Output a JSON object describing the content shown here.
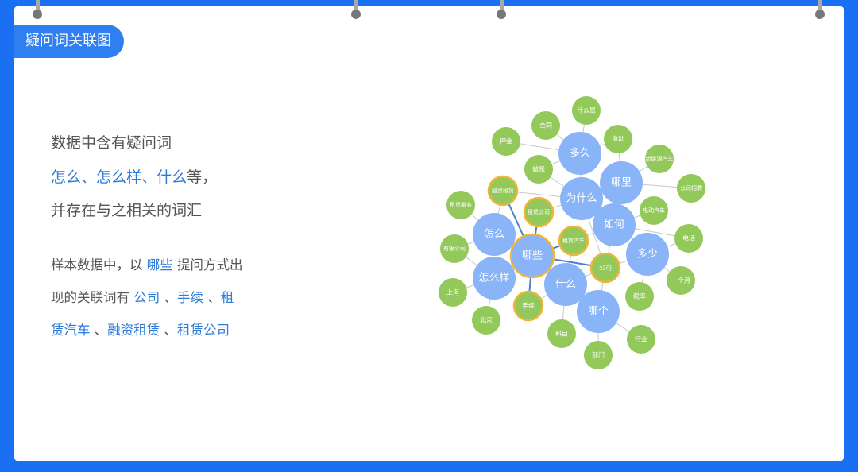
{
  "header": {
    "title": "疑问词关联图"
  },
  "intro": {
    "line1": "数据中含有疑问词",
    "line2_terms": [
      "怎么",
      "、",
      "怎么样",
      "、",
      "什么"
    ],
    "line2_suffix": "等，",
    "line3": "并存在与之相关的词汇"
  },
  "detail": {
    "l1a": "样本数据中，以 ",
    "l1b": "哪些",
    "l1c": " 提问方式出",
    "l2a": "现的关联词有 ",
    "l2b": "公司",
    "l2c": " 、",
    "l2d": "手续",
    "l2e": " 、",
    "l2f": "租",
    "l3a": "赁汽车",
    "l3b": " 、",
    "l3c": "融资租赁",
    "l3d": " 、",
    "l3e": "租赁公司"
  },
  "colors": {
    "frame": "#1b6ff2",
    "question_node": "#8ab4f8",
    "related_node": "#92c95a",
    "highlight_ring": "#f2b43a",
    "link": "#c8c8c8",
    "strong_link": "#4f7fd0"
  },
  "graph": {
    "nodes": [
      {
        "id": "多久",
        "type": "q"
      },
      {
        "id": "哪里",
        "type": "q"
      },
      {
        "id": "为什么",
        "type": "q"
      },
      {
        "id": "如何",
        "type": "q"
      },
      {
        "id": "怎么",
        "type": "q"
      },
      {
        "id": "哪些",
        "type": "q",
        "highlight": true
      },
      {
        "id": "多少",
        "type": "q"
      },
      {
        "id": "怎么样",
        "type": "q"
      },
      {
        "id": "什么",
        "type": "q"
      },
      {
        "id": "哪个",
        "type": "q"
      },
      {
        "id": "什么是",
        "type": "w"
      },
      {
        "id": "合同",
        "type": "w"
      },
      {
        "id": "押金",
        "type": "w"
      },
      {
        "id": "电动",
        "type": "w"
      },
      {
        "id": "新能源汽车",
        "type": "w"
      },
      {
        "id": "做账",
        "type": "w"
      },
      {
        "id": "公司招聘",
        "type": "w"
      },
      {
        "id": "融资租赁",
        "type": "w",
        "highlight": true
      },
      {
        "id": "租赁公司",
        "type": "w",
        "highlight": true
      },
      {
        "id": "租赁服务",
        "type": "w"
      },
      {
        "id": "电动汽车",
        "type": "w"
      },
      {
        "id": "电话",
        "type": "w"
      },
      {
        "id": "有限公司",
        "type": "w"
      },
      {
        "id": "租赁汽车",
        "type": "w",
        "highlight": true
      },
      {
        "id": "公司",
        "type": "w",
        "highlight": true
      },
      {
        "id": "一个月",
        "type": "w"
      },
      {
        "id": "上海",
        "type": "w"
      },
      {
        "id": "手续",
        "type": "w",
        "highlight": true
      },
      {
        "id": "税率",
        "type": "w"
      },
      {
        "id": "北京",
        "type": "w"
      },
      {
        "id": "科目",
        "type": "w"
      },
      {
        "id": "行业",
        "type": "w"
      },
      {
        "id": "部门",
        "type": "w"
      }
    ],
    "links": [
      [
        "多久",
        "什么是"
      ],
      [
        "多久",
        "合同"
      ],
      [
        "多久",
        "押金"
      ],
      [
        "多久",
        "电动"
      ],
      [
        "多久",
        "做账"
      ],
      [
        "多久",
        "为什么"
      ],
      [
        "哪里",
        "新能源汽车"
      ],
      [
        "哪里",
        "公司招聘"
      ],
      [
        "哪里",
        "电动"
      ],
      [
        "为什么",
        "融资租赁"
      ],
      [
        "为什么",
        "做账"
      ],
      [
        "为什么",
        "租赁公司"
      ],
      [
        "如何",
        "电动汽车"
      ],
      [
        "如何",
        "电话"
      ],
      [
        "如何",
        "租赁汽车"
      ],
      [
        "如何",
        "公司"
      ],
      [
        "怎么",
        "租赁服务"
      ],
      [
        "怎么",
        "有限公司"
      ],
      [
        "怎么",
        "融资租赁"
      ],
      [
        "怎么样",
        "上海"
      ],
      [
        "怎么样",
        "北京"
      ],
      [
        "怎么样",
        "有限公司"
      ],
      [
        "多少",
        "一个月"
      ],
      [
        "多少",
        "税率"
      ],
      [
        "多少",
        "公司"
      ],
      [
        "多少",
        "电话"
      ],
      [
        "什么",
        "科目"
      ],
      [
        "什么",
        "手续"
      ],
      [
        "什么",
        "公司"
      ],
      [
        "哪个",
        "部门"
      ],
      [
        "哪个",
        "行业"
      ],
      [
        "哪个",
        "公司"
      ],
      [
        "什么",
        "租赁汽车"
      ],
      [
        "为什么",
        "公司"
      ],
      [
        "哪些",
        "融资租赁",
        "s"
      ],
      [
        "哪些",
        "租赁公司",
        "s"
      ],
      [
        "哪些",
        "租赁汽车",
        "s"
      ],
      [
        "哪些",
        "公司",
        "s"
      ],
      [
        "哪些",
        "手续",
        "s"
      ]
    ]
  }
}
